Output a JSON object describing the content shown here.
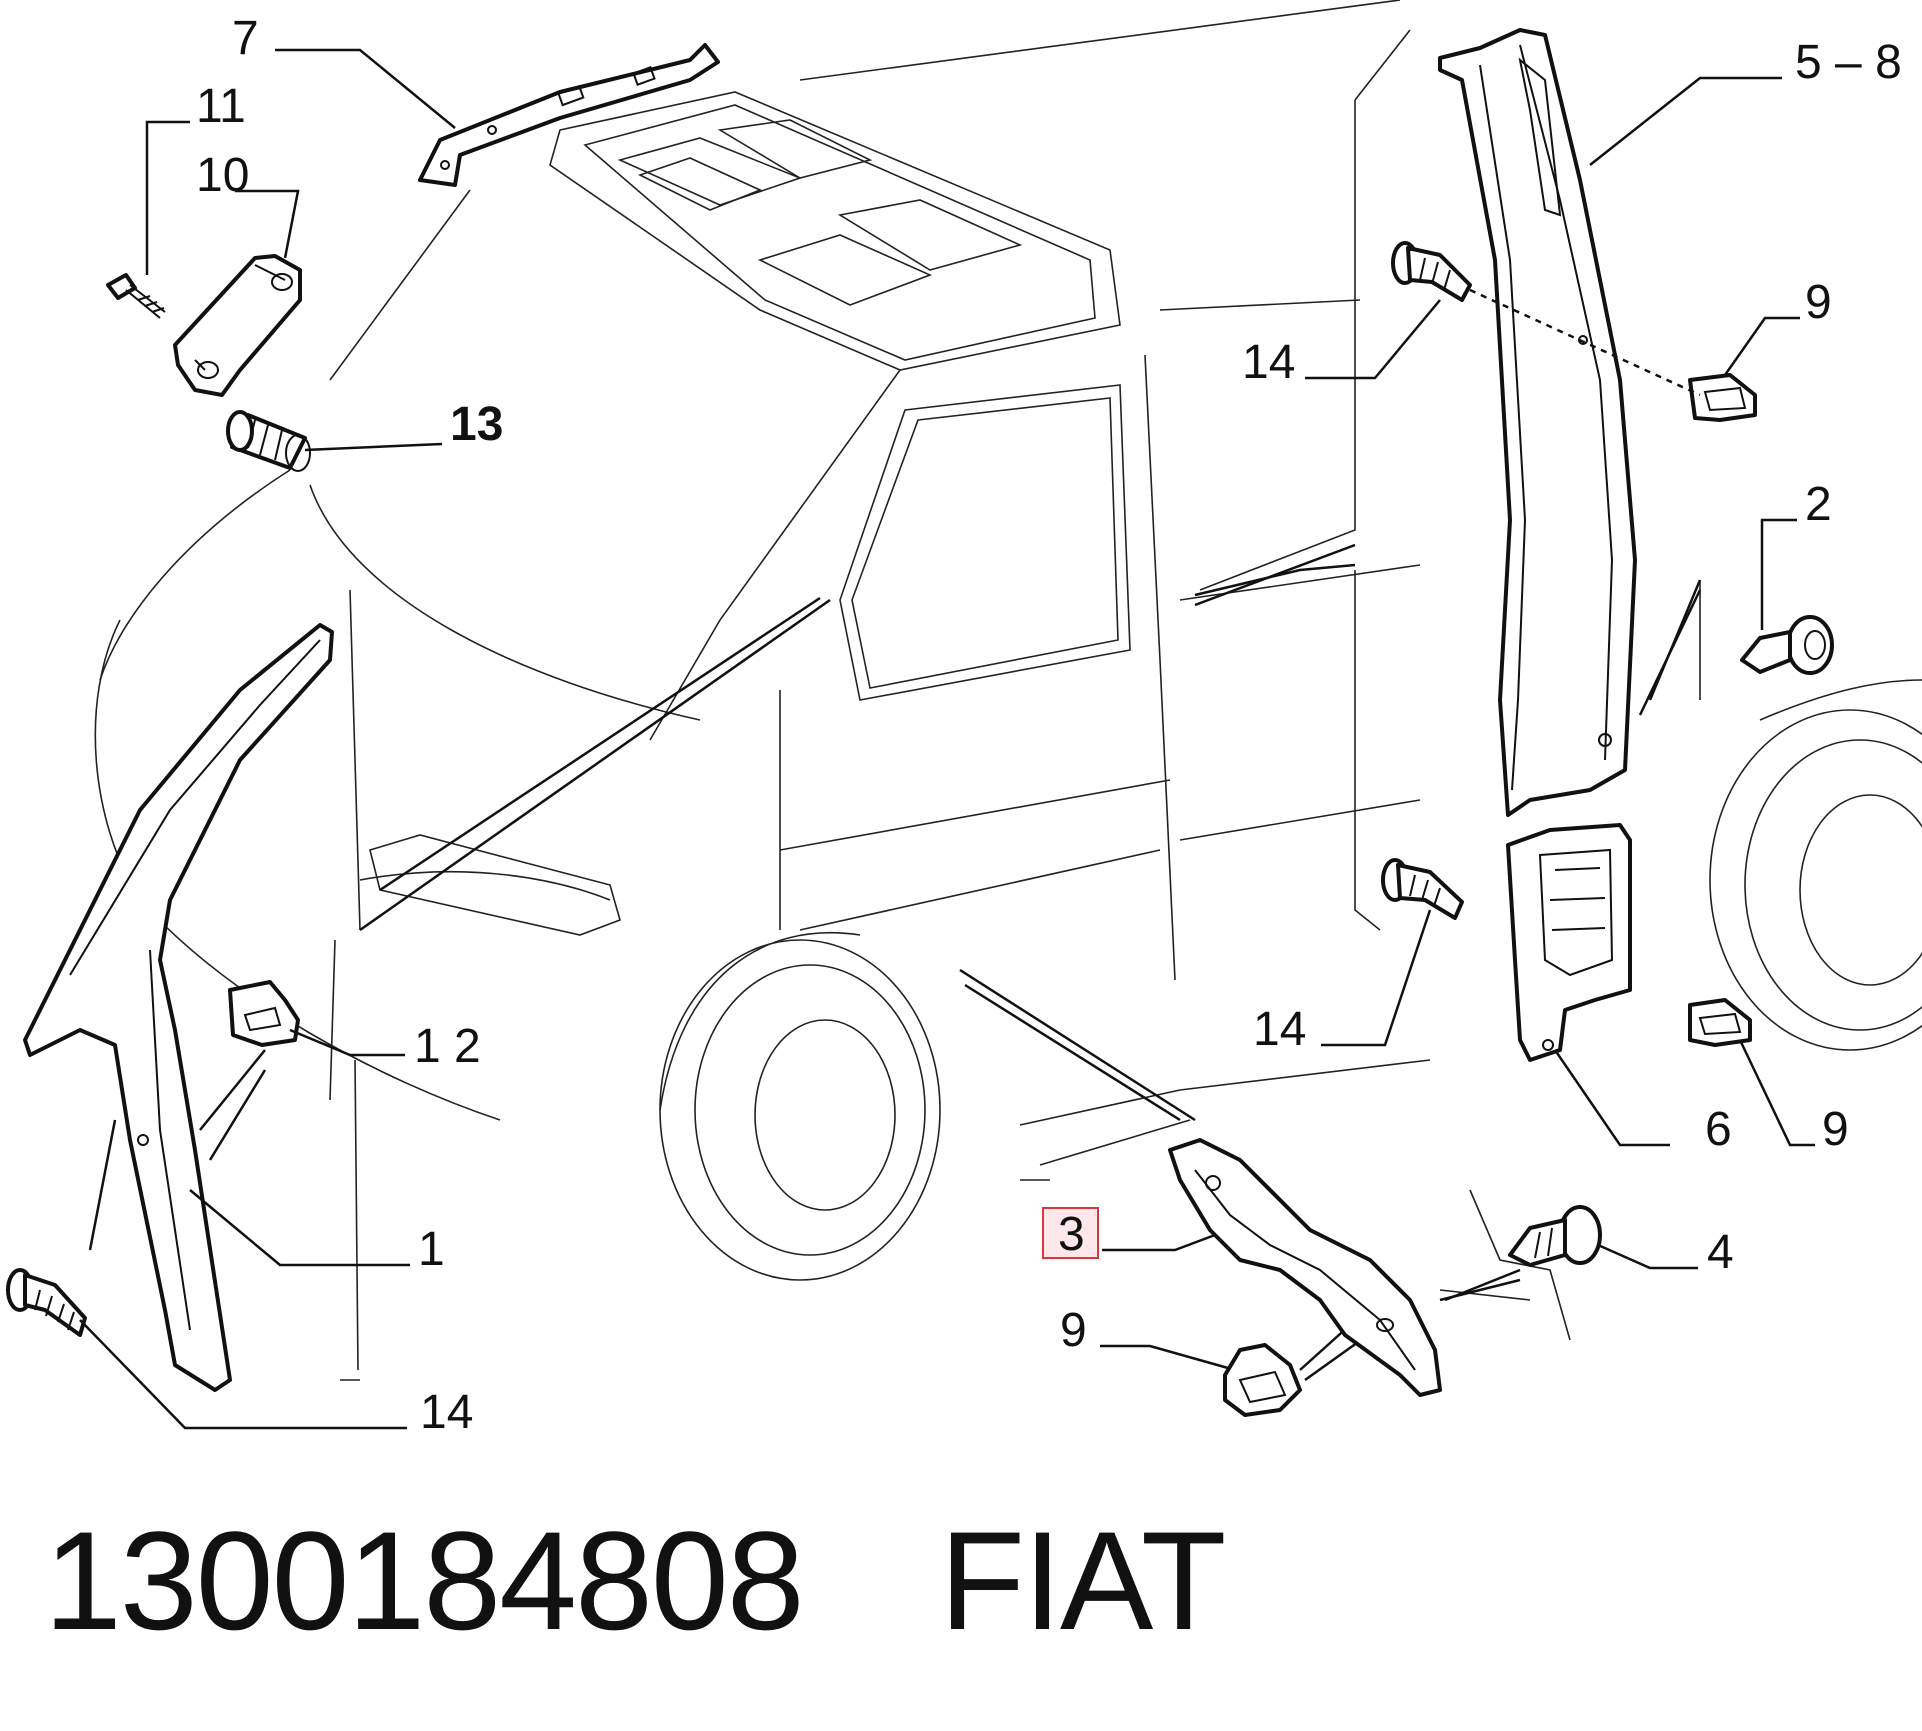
{
  "diagram": {
    "callouts": {
      "c7": "7",
      "c11": "11",
      "c10": "10",
      "c13": "13",
      "c5_8": "5 – 8",
      "c14_top": "14",
      "c9_top": "9",
      "c2": "2",
      "c14_mid": "14",
      "c12": "1 2",
      "c6": "6",
      "c9_mid": "9",
      "c3": "3",
      "c4": "4",
      "c9_bot": "9",
      "c1": "1",
      "c14_bot": "14"
    },
    "highlighted_callout": "3",
    "highlight_color": "#d9363e"
  },
  "footer": {
    "part_number": "1300184808",
    "brand": "FIAT"
  }
}
